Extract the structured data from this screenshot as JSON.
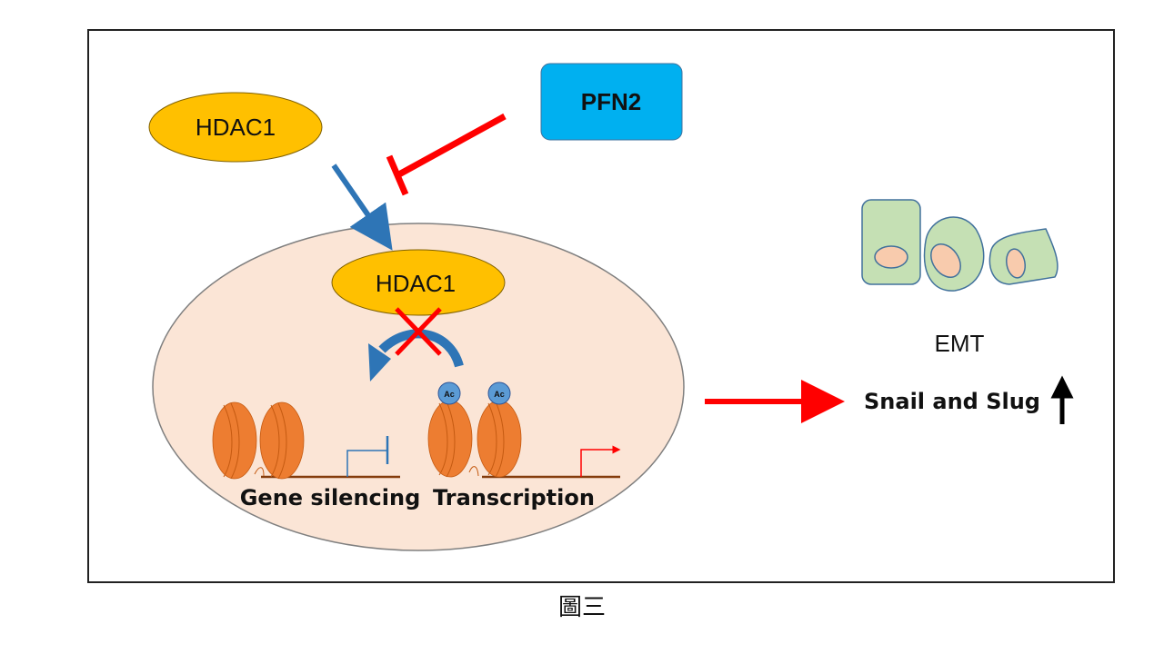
{
  "figure": {
    "caption": "圖三",
    "colors": {
      "hdac1_fill": "#FFC000",
      "pfn2_fill": "#00B0F0",
      "nucleus_fill": "#FBE5D6",
      "activation_arrow": "#2E75B6",
      "inhibition": "#FF0000",
      "nucleosome": "#ED7D31",
      "acetyl_group": "#5B9BD5",
      "cell_fill": "#C5E0B4",
      "cell_nucleus": "#F8CBAD",
      "dna": "#843C0C"
    },
    "nodes": {
      "hdac1_cytoplasm": "HDAC1",
      "pfn2": "PFN2",
      "hdac1_nucleus": "HDAC1",
      "acetyl_mark": "Ac",
      "gene_silencing": "Gene silencing",
      "transcription": "Transcription",
      "emt": "EMT",
      "snail_slug": "Snail and Slug"
    },
    "edges": [
      {
        "from": "HDAC1",
        "to": "nucleus",
        "type": "activation",
        "label": ""
      },
      {
        "from": "PFN2",
        "to": "HDAC1 nuclear translocation",
        "type": "inhibition",
        "label": ""
      },
      {
        "from": "HDAC1 (nucleus)",
        "to": "Deacetylation (Transcription → Gene silencing)",
        "type": "blocked",
        "label": ""
      },
      {
        "from": "nucleus",
        "to": "EMT / Snail and Slug",
        "type": "activation",
        "label": ""
      }
    ],
    "trend": {
      "snail_slug": "up"
    }
  }
}
